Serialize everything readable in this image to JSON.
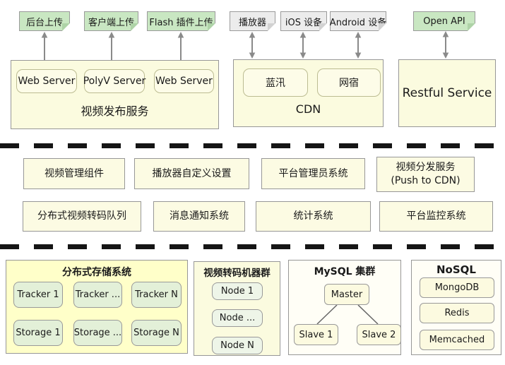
{
  "colors": {
    "note_green": "#c9e7c2",
    "note_gray": "#ececec",
    "container_pale_yellow": "#fbfbdf",
    "storage_container_yellow": "#ffffc9",
    "inner_cream": "#fcfae0",
    "inner_green": "#e3f0d8",
    "node_pale_green": "#eef5e8",
    "border_gray": "#979797",
    "arrow_gray": "#8a8a8a",
    "divider_black": "#151515"
  },
  "top_notes": [
    {
      "label": "后台上传",
      "style": "green"
    },
    {
      "label": "客户端上传",
      "style": "green"
    },
    {
      "label": "Flash 插件上传",
      "style": "green"
    },
    {
      "label": "播放器",
      "style": "gray"
    },
    {
      "label": "iOS 设备",
      "style": "gray"
    },
    {
      "label": "Android 设备",
      "style": "gray"
    },
    {
      "label": "Open API",
      "style": "green"
    }
  ],
  "publish_service": {
    "title": "视频发布服务",
    "servers": [
      "Web Server",
      "PolyV Server",
      "Web Server"
    ]
  },
  "cdn": {
    "title": "CDN",
    "providers": [
      "蓝汛",
      "网宿"
    ]
  },
  "restful": {
    "title": "Restful Service"
  },
  "platform_modules": {
    "row1": [
      "视频管理组件",
      "播放器自定义设置",
      "平台管理员系统"
    ],
    "distribution": {
      "line1": "视频分发服务",
      "line2": "(Push to CDN)"
    },
    "row2": [
      "分布式视频转码队列",
      "消息通知系统",
      "统计系统",
      "平台监控系统"
    ]
  },
  "storage_cluster": {
    "title": "分布式存储系统",
    "trackers": [
      "Tracker 1",
      "Tracker ...",
      "Tracker N"
    ],
    "storages": [
      "Storage 1",
      "Storage ...",
      "Storage N"
    ]
  },
  "transcode_cluster": {
    "title": "视频转码机器群",
    "nodes": [
      "Node 1",
      "Node ...",
      "Node N"
    ]
  },
  "mysql_cluster": {
    "title": "MySQL 集群",
    "master": "Master",
    "slaves": [
      "Slave 1",
      "Slave 2"
    ]
  },
  "nosql": {
    "title": "NoSQL",
    "stores": [
      "MongoDB",
      "Redis",
      "Memcached"
    ]
  }
}
